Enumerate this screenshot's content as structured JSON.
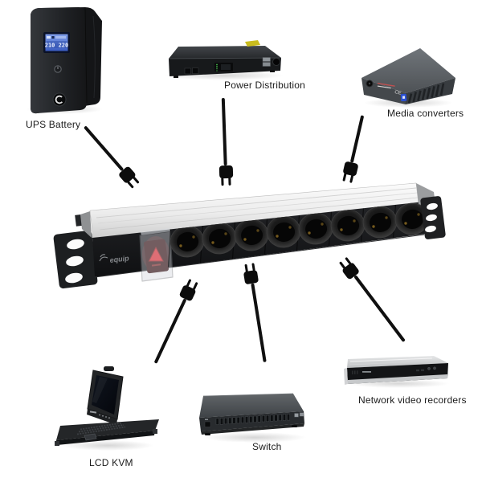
{
  "background_color": "#ffffff",
  "pdu": {
    "brand": "equip",
    "socket_count": 8,
    "switch_color": "#e8232a",
    "aluminum_color": "#e9eaea",
    "panel_color": "#1a1b1d"
  },
  "devices": {
    "ups": {
      "label": "UPS Battery",
      "lcd_text": "210 220"
    },
    "power_distribution": {
      "label": "Power Distribution"
    },
    "media_converters": {
      "label": "Media converters",
      "cert_text": "CE"
    },
    "lcd_kvm": {
      "label": "LCD KVM"
    },
    "switch": {
      "label": "Switch"
    },
    "nvr": {
      "label": "Network video recorders"
    }
  },
  "connections": [
    {
      "from": "UPS Battery",
      "to": "PDU socket"
    },
    {
      "from": "Power Distribution",
      "to": "PDU socket"
    },
    {
      "from": "Media converters",
      "to": "PDU socket"
    },
    {
      "from": "LCD KVM",
      "to": "PDU socket"
    },
    {
      "from": "Switch",
      "to": "PDU socket"
    },
    {
      "from": "Network video recorders",
      "to": "PDU socket"
    }
  ]
}
